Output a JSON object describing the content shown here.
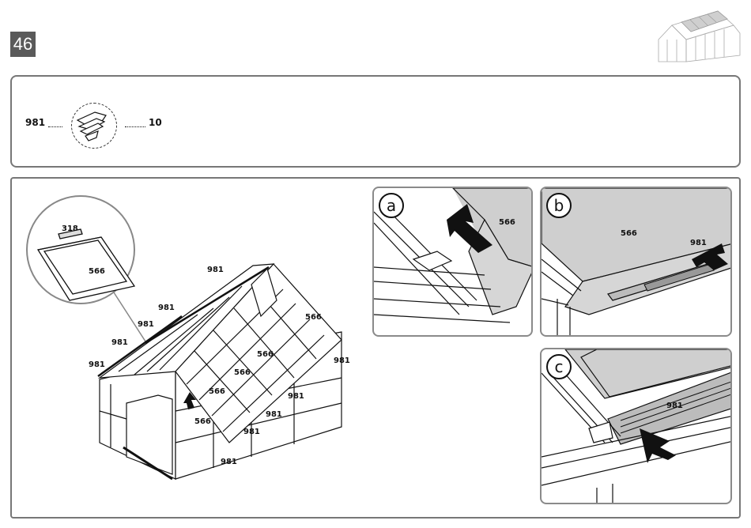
{
  "step": {
    "number": "46"
  },
  "parts": {
    "left_part_number": "981",
    "right_quantity": "10"
  },
  "main_figure": {
    "zoom_panel_number": "318",
    "zoom_pane_number": "566",
    "roof_profile_labels": [
      "981",
      "981",
      "981",
      "981",
      "981",
      "981",
      "981",
      "981",
      "981",
      "981"
    ],
    "pane_labels": [
      "566",
      "566",
      "566",
      "566",
      "566"
    ]
  },
  "details": {
    "a": {
      "letter": "a",
      "pane_label": "566"
    },
    "b": {
      "letter": "b",
      "pane_label": "566",
      "profile_label": "981"
    },
    "c": {
      "letter": "c",
      "profile_label": "981"
    }
  },
  "colors": {
    "panel_gray": "#cfcfcf",
    "line": "#111111",
    "badge": "#5a5a5a",
    "frame_border": "#777777"
  }
}
